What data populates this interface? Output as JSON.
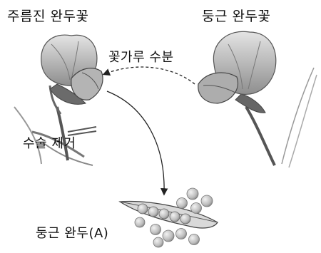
{
  "labels": {
    "wrinkled_flower": "주름진 완두꽃",
    "round_flower": "둥근 완두꽃",
    "pollination": "꽃가루 수분",
    "emasculation": "수술 제거",
    "round_pea": "둥근 완두(A)"
  },
  "colors": {
    "petal": "#bdbdbd",
    "petal_dark": "#6f6f6f",
    "stem": "#555555",
    "arrow": "#222222",
    "pea": "#c8c8c8"
  }
}
